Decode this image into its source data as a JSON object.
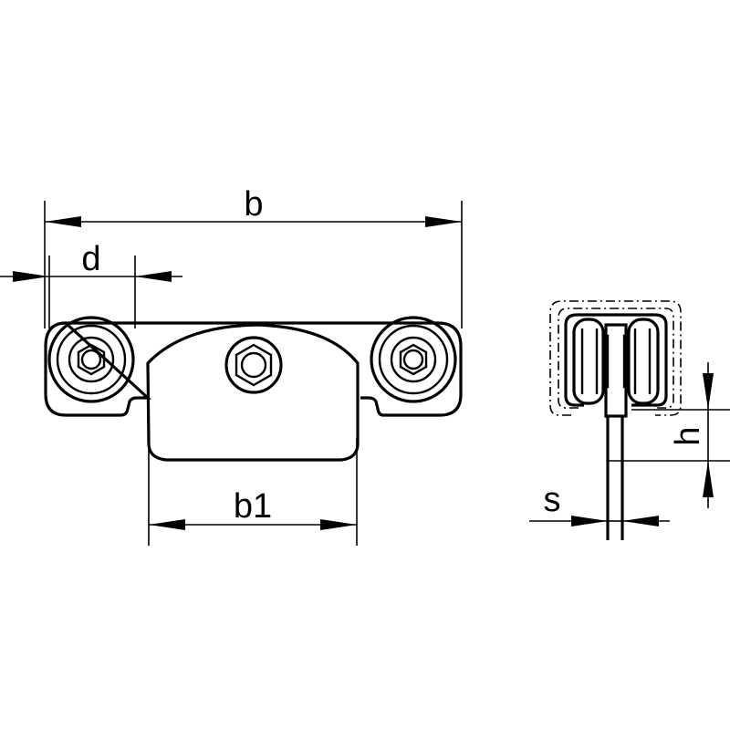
{
  "dimensions": {
    "b": "b",
    "d": "d",
    "b1": "b1",
    "s": "s",
    "h": "h"
  },
  "colors": {
    "stroke": "#000000",
    "background": "#ffffff"
  }
}
